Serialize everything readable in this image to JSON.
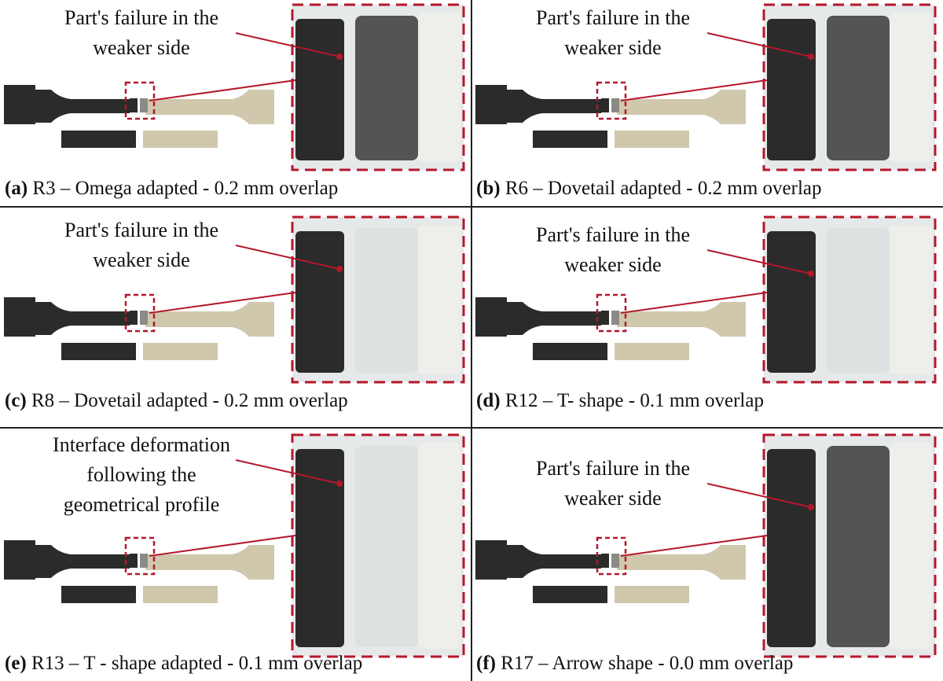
{
  "panels": [
    {
      "id": "a",
      "label": "(a)",
      "caption": " R3 – Omega adapted - 0.2 mm overlap",
      "annotation": [
        "Part's failure in the",
        "weaker side"
      ]
    },
    {
      "id": "b",
      "label": "(b)",
      "caption": " R6 – Dovetail adapted - 0.2 mm overlap",
      "annotation": [
        "Part's failure in the",
        "weaker side"
      ]
    },
    {
      "id": "c",
      "label": "(c)",
      "caption": " R8 – Dovetail adapted - 0.2 mm overlap",
      "annotation": [
        "Part's failure in the",
        "weaker side"
      ]
    },
    {
      "id": "d",
      "label": "(d)",
      "caption": " R12 – T- shape - 0.1 mm overlap",
      "annotation": [
        "Part's failure in the",
        "weaker side"
      ]
    },
    {
      "id": "e",
      "label": "(e)",
      "caption": " R13 – T - shape adapted - 0.1 mm overlap",
      "annotation": [
        "Interface deformation",
        "following the",
        "geometrical profile"
      ]
    },
    {
      "id": "f",
      "label": "(f)",
      "caption": " R17 – Arrow shape - 0.0 mm overlap",
      "annotation": [
        "Part's failure in the",
        "weaker side"
      ]
    }
  ],
  "colors": {
    "callout": "#b5172b",
    "dark_material": "#2b2b2b",
    "light_material": "#cfc8ad",
    "transparent_material": "#e6e9e9",
    "divider": "#222222"
  }
}
